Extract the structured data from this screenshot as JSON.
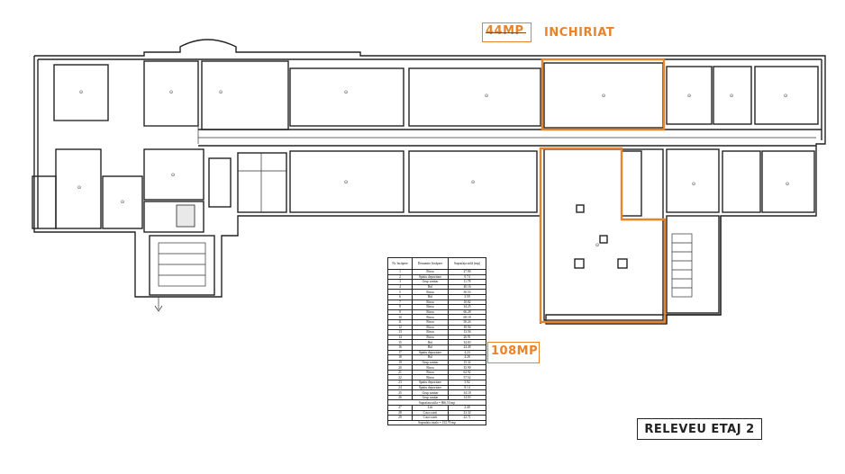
{
  "labels": {
    "area_top": "44MP",
    "status_top": "INCHIRIAT",
    "area_bottom": "108MP",
    "drawing_title": "RELEVEU ETAJ 2"
  },
  "colors": {
    "highlight": "#e8832a",
    "lines": "#222222"
  },
  "legend": {
    "headers": [
      "Nr. încăpere",
      "Denumire încăpere",
      "Suprafața utilă (mp)"
    ],
    "rows": [
      [
        "1",
        "Birou",
        "27.90"
      ],
      [
        "2",
        "Spatiu depozitare",
        "0.74"
      ],
      [
        "3",
        "Grup sanitar",
        "11.78"
      ],
      [
        "4",
        "Hol",
        "40.16"
      ],
      [
        "5",
        "Birou",
        "50.53"
      ],
      [
        "6",
        "Hol",
        "3.59"
      ],
      [
        "7",
        "Birou",
        "10.82"
      ],
      [
        "8",
        "Birou",
        "34.25"
      ],
      [
        "9",
        "Birou",
        "66.28"
      ],
      [
        "10",
        "Birou",
        "68.18"
      ],
      [
        "11",
        "Birou",
        "50.24"
      ],
      [
        "12",
        "Birou",
        "18.94"
      ],
      [
        "13",
        "Birou",
        "13.56"
      ],
      [
        "14",
        "Birou",
        "26.91"
      ],
      [
        "15",
        "Hol",
        "34.83"
      ],
      [
        "16",
        "Hol",
        "24.49"
      ],
      [
        "17",
        "Spatiu depozitare",
        "4.24"
      ],
      [
        "18",
        "Hol",
        "4.28"
      ],
      [
        "19",
        "Grup sanitar",
        "15.32"
      ],
      [
        "20",
        "Birou",
        "35.90"
      ],
      [
        "21",
        "Birou",
        "62.92"
      ],
      [
        "22",
        "Birou",
        "57.52"
      ],
      [
        "23",
        "Spatiu depozitare",
        "3.92"
      ],
      [
        "24",
        "Spatiu depozitare",
        "8.14"
      ],
      [
        "25",
        "Grup sanitar",
        "34.18"
      ],
      [
        "26",
        "Grup sanitar",
        "14.03"
      ]
    ],
    "subtotal": "Suprafata utila = 866.53 mp",
    "extra_rows": [
      [
        "27",
        "Lift",
        "2.40"
      ],
      [
        "28",
        "Casa scarii",
        "21.32"
      ],
      [
        "29",
        "Casa scarii",
        "22.71"
      ]
    ],
    "total": "Suprafata totala = 152.70 mp"
  }
}
